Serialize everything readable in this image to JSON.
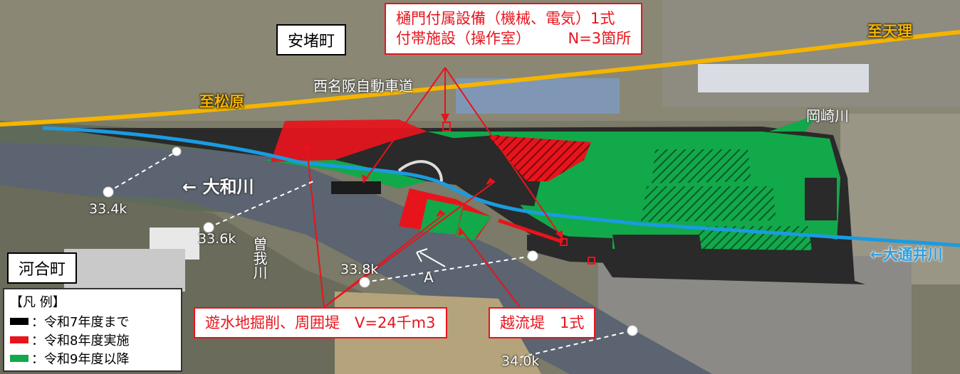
{
  "labels": {
    "ando_town": "安堵町",
    "kawai_town": "河合町",
    "expressway": "西名阪自動車道",
    "to_matsubara": "至松原",
    "to_tenri": "至天理",
    "okazaki_river": "岡崎川",
    "yamato_river": "← 大和川",
    "ootsui_river": "←大通井川",
    "soga_river": "曽我川",
    "section_a": "A",
    "km_33_4": "33.4k",
    "km_33_6": "33.6k",
    "km_33_8": "33.8k",
    "km_34_0": "34.0k"
  },
  "callouts": {
    "gate_line1": "樋門付属設備（機械、電気）1式",
    "gate_line2": "付帯施設（操作室）　　　N=3箇所",
    "excavation": "遊水地掘削、周囲堤　V=24千m3",
    "overflow": "越流堤　1式"
  },
  "legend": {
    "title": "【凡 例】",
    "items": [
      {
        "label": "：令和7年度まで",
        "color": "#000000"
      },
      {
        "label": "：令和8年度実施",
        "color": "#e8141c"
      },
      {
        "label": "：令和9年度以降",
        "color": "#12a94a"
      }
    ]
  },
  "colors": {
    "until_r7": "#000000",
    "r8": "#e8141c",
    "after_r9": "#12a94a",
    "road": "#f4b400",
    "water": "#1a9be0"
  }
}
